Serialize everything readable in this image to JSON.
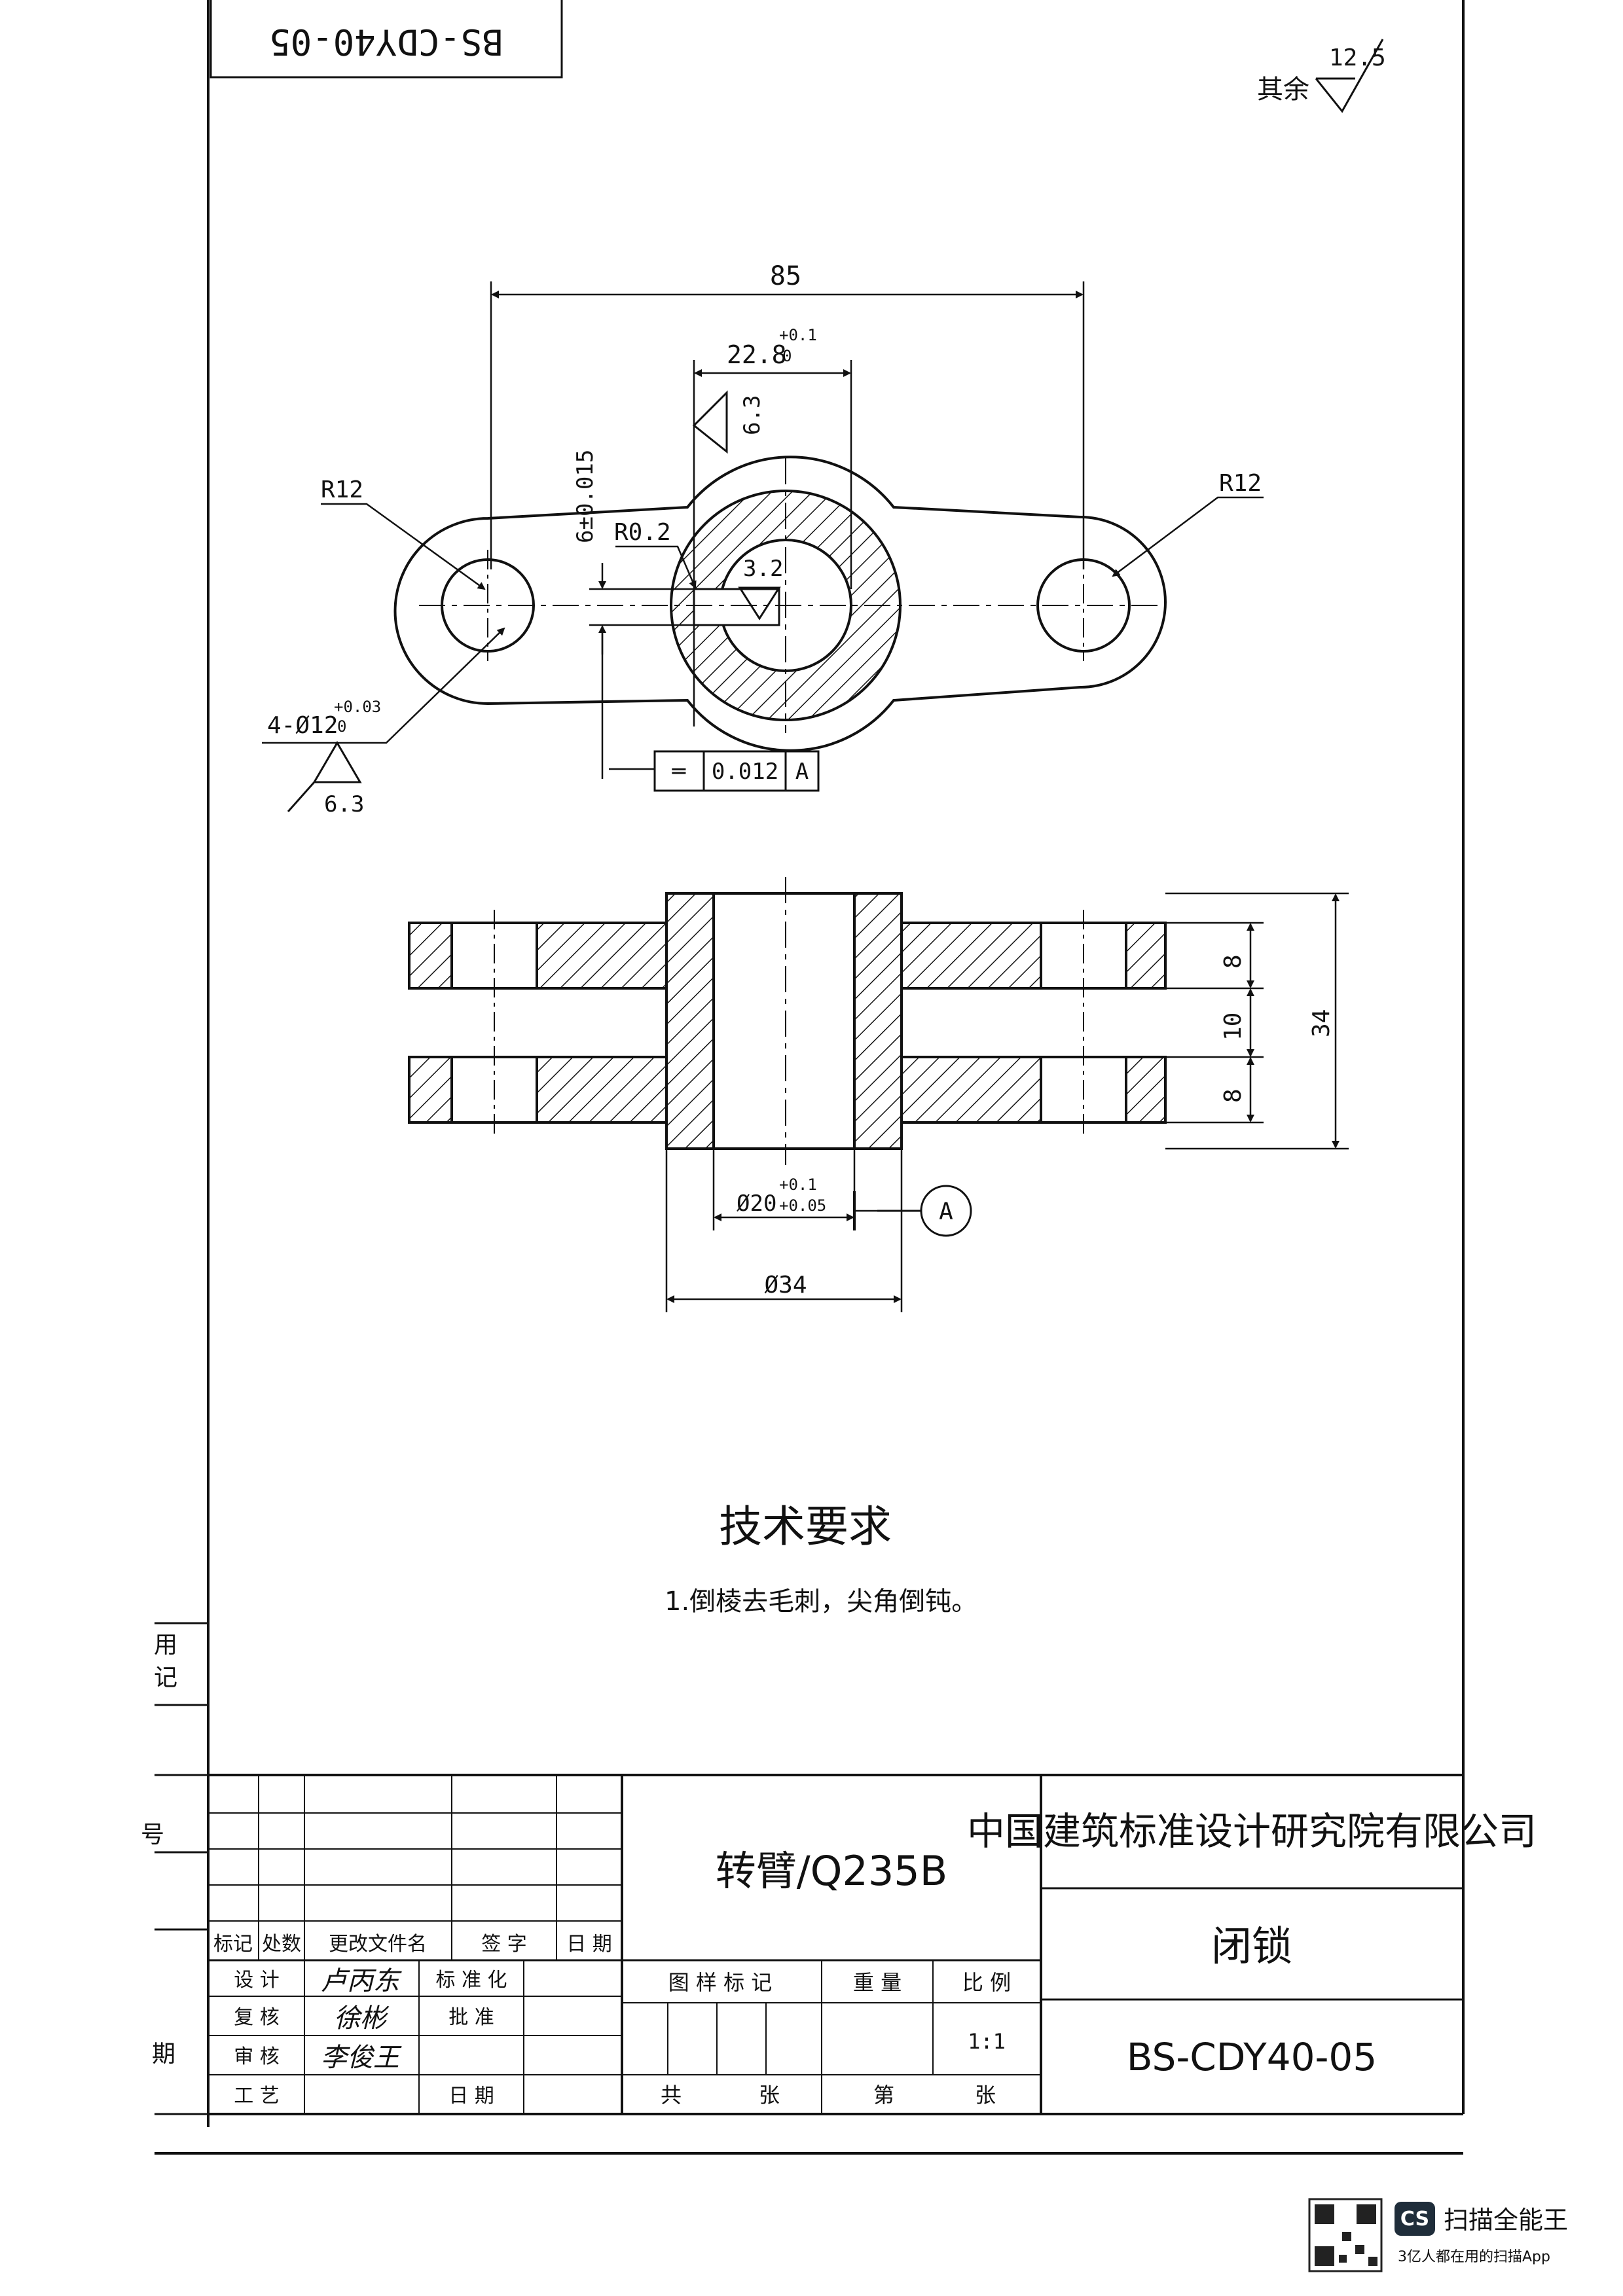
{
  "drawing_number": "BS-CDY40-05",
  "surface_roughness": {
    "general_label": "其余",
    "general_value": "12.5",
    "bore_value": "6.3",
    "face_value": "3.2",
    "pin_value": "6.3"
  },
  "dims": {
    "center_distance": "85",
    "slot_width": "22.8",
    "slot_tol": "+0.1",
    "slot_tol_low": "0",
    "slot_depth": "6±0.015",
    "fillet": "R0.2",
    "radius_left": "R12",
    "radius_right": "R12",
    "pin_holes": "4-Ø12",
    "pin_tol_up": "+0.03",
    "pin_tol_low": "0",
    "bore": "Ø20",
    "bore_tol_up": "+0.1",
    "bore_tol_low": "+0.05",
    "boss_dia": "Ø34",
    "plate_thk_top": "8",
    "gap": "10",
    "plate_thk_bottom": "8",
    "overall_height": "34",
    "datum": "A"
  },
  "tolerance_frame": {
    "symbol": "═",
    "value": "0.012",
    "datum": "A"
  },
  "tech_req": {
    "title": "技术要求",
    "items": [
      "1.倒棱去毛刺，尖角倒钝。"
    ]
  },
  "side_labels": {
    "l1": "用",
    "l2": "记",
    "l3": "号",
    "l4": "期"
  },
  "title_block": {
    "part": "转臂/Q235B",
    "company": "中国建筑标准设计研究院有限公司",
    "product": "闭锁",
    "drawing_no": "BS-CDY40-05",
    "scale": "1:1",
    "headers": {
      "mark": "标记",
      "count": "处数",
      "doc": "更改文件名",
      "sign": "签  字",
      "date": "日 期"
    },
    "roles": {
      "design": "设  计",
      "check": "复  核",
      "review": "审  核",
      "process": "工  艺",
      "std": "标 准 化",
      "approve": "批  准",
      "date2": "日  期"
    },
    "signatures": {
      "design": "卢丙东",
      "check": "徐彬",
      "review": "李俊王"
    },
    "cols": {
      "sample": "图 样 标 记",
      "weight": "重  量",
      "ratio": "比  例",
      "total": "共",
      "sheets": "张",
      "no": "第",
      "sheet": "张"
    }
  },
  "watermark": {
    "app": "扫描全能王",
    "tagline": "3亿人都在用的扫描App",
    "badge": "CS"
  }
}
